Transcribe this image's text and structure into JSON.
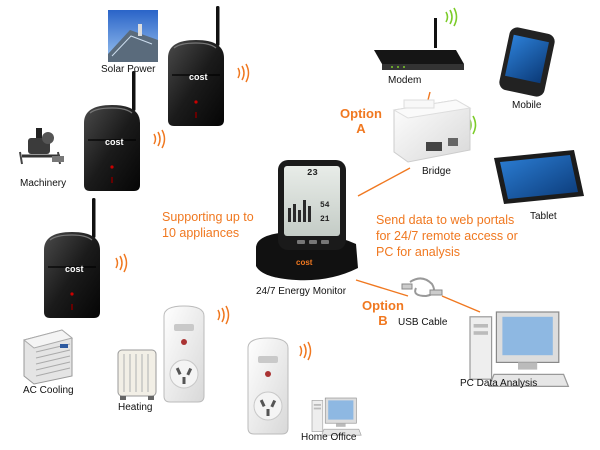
{
  "labels": {
    "solar_power": "Solar Power",
    "machinery": "Machinery",
    "ac_cooling": "AC Cooling",
    "heating": "Heating",
    "home_office": "Home Office",
    "modem": "Modem",
    "mobile": "Mobile",
    "bridge": "Bridge",
    "tablet": "Tablet",
    "energy_monitor": "24/7 Energy Monitor",
    "usb_cable": "USB Cable",
    "pc_analysis": "PC Data Analysis"
  },
  "options": {
    "a_line1": "Option",
    "a_line2": "A",
    "b_line1": "Option",
    "b_line2": "B"
  },
  "notes": {
    "appliances_line1": "Supporting up to",
    "appliances_line2": "10 appliances",
    "send_line1": "Send data to web portals",
    "send_line2": "for 24/7 remote access or",
    "send_line3": "PC for analysis"
  },
  "brand": {
    "transmitter_logo": "cost",
    "monitor_logo": "cost"
  },
  "monitor_display": {
    "reading_1": "23",
    "reading_2": "54",
    "reading_3": "21"
  },
  "colors": {
    "accent": "#f07820",
    "signal": "#f07820",
    "wifi": "#7ccc2a",
    "device_black": "#1b1b1b"
  }
}
